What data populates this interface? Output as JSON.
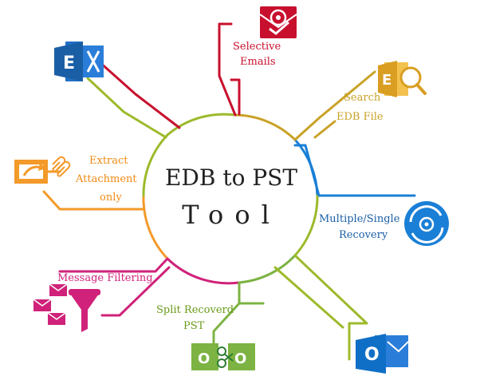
{
  "center": {
    "title": "EDB to PST",
    "subtitle": "Tool"
  },
  "features": {
    "selective_emails": {
      "line1": "Selective",
      "line2": "Emails"
    },
    "search_edb": {
      "line1": "Search",
      "line2": "EDB File"
    },
    "multiple_single": {
      "line1": "Multiple/Single",
      "line2": "Recovery"
    },
    "split_pst": {
      "line1": "Split Recoverd",
      "line2": "PST"
    },
    "message_filtering": {
      "line1": "Message Filtering"
    },
    "extract_attachment": {
      "line1": "Extract",
      "line2": "Attachment",
      "line3": "only"
    }
  },
  "icons": {
    "exchange_top": "E",
    "search_edb": "E",
    "outlook_bottom": "O",
    "split_pst_left": "O",
    "split_pst_right": "O"
  },
  "colors": {
    "red": "#c8102e",
    "olive": "#9cba2b",
    "gold": "#c9a227",
    "blue": "#1a7fd6",
    "orange": "#f39a2a",
    "magenta": "#d0227a",
    "green": "#7cb342",
    "exchange_blue": "#1f6fc5",
    "outlook_blue": "#0f6fc6",
    "dark": "#222222"
  }
}
